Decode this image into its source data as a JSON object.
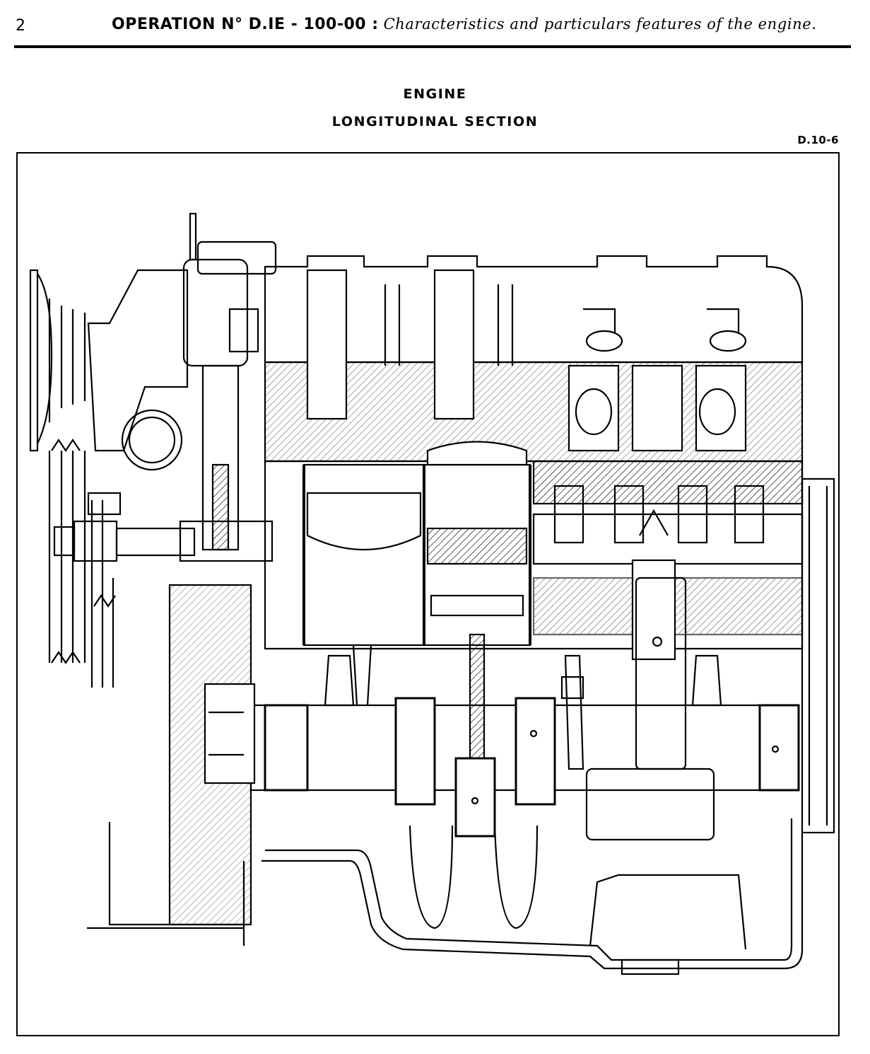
{
  "header": {
    "page_number": "2",
    "operation_code": "OPERATION N° D.IE - 100-00 :",
    "operation_description": "Characteristics and particulars features of the engine."
  },
  "title": {
    "line1": "ENGINE",
    "line2": "LONGITUDINAL SECTION"
  },
  "figure": {
    "reference": "D.10-6"
  }
}
